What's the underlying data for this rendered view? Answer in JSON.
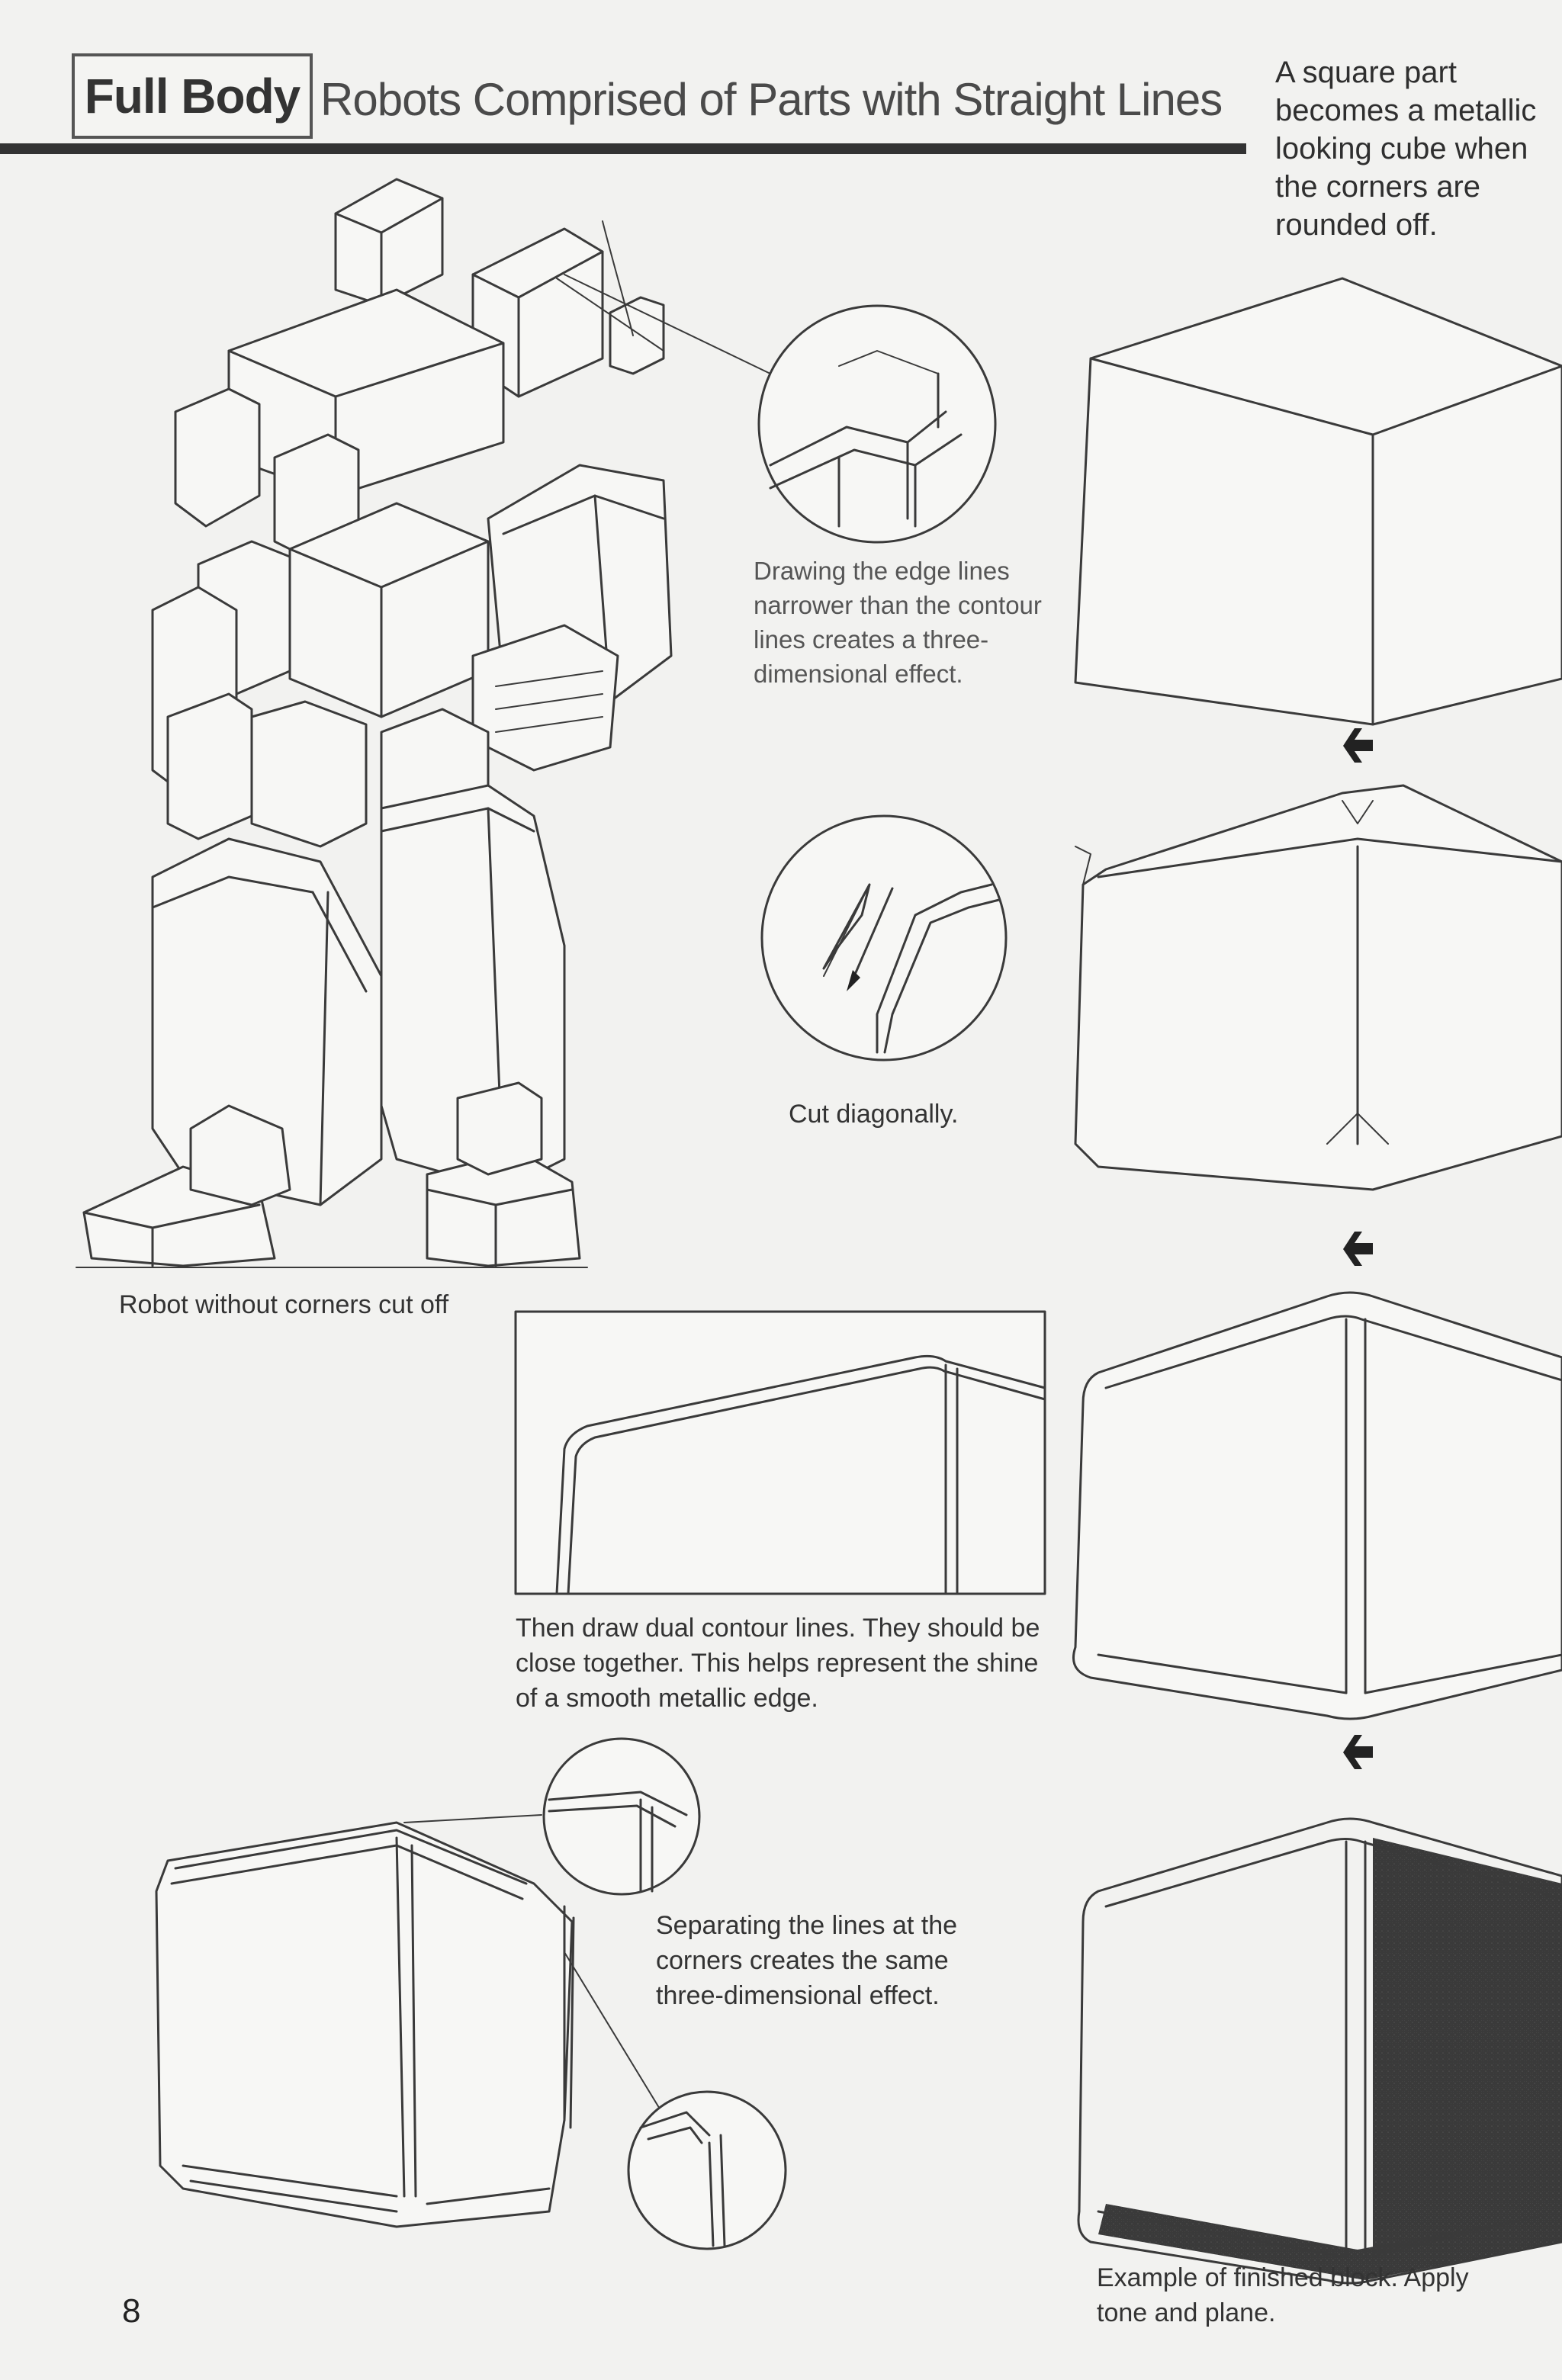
{
  "header": {
    "section_label": "Full Body",
    "title": "Robots Comprised of Parts with Straight Lines"
  },
  "side_note": "A square part\nbecomes a metallic\nlooking cube when\nthe corners are\nrounded off.",
  "captions": {
    "edge_lines": "Drawing the edge lines narrower than the contour lines creates a three-dimensional effect.",
    "cut_diagonally": "Cut diagonally.",
    "robot_label": "Robot without corners cut off",
    "dual_contour": "Then draw dual contour lines. They should be close together. This helps represent the shine of a smooth metallic edge.",
    "separating_lines": "Separating the lines at the corners creates the same three-dimensional effect.",
    "finished_block": "Example of finished block. Apply tone and plane."
  },
  "page_number": "8"
}
